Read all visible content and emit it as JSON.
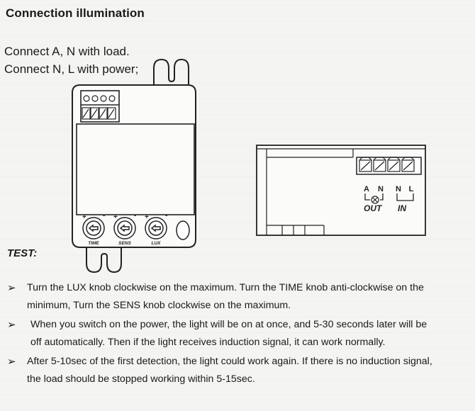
{
  "heading": "Connection illumination",
  "connect_lines": [
    "Connect A, N with load.",
    "Connect N, L with power;"
  ],
  "test_label": "TEST:",
  "left_device": {
    "knob_labels": [
      "TIME",
      "SENS",
      "LUX"
    ],
    "knob_signs": [
      "+",
      "-",
      "+",
      "-",
      "+",
      "-"
    ]
  },
  "right_device": {
    "terminal_letters": [
      "A",
      "N",
      "N",
      "L"
    ],
    "out_label": "OUT",
    "in_label": "IN"
  },
  "instructions": [
    {
      "bullet": "➢",
      "line1": "Turn the LUX knob clockwise on the maximum. Turn the TIME knob anti-clockwise on the",
      "line2": "minimum, Turn the SENS knob clockwise on the maximum."
    },
    {
      "bullet": "➢",
      "line1": "When you switch on the power, the light will be on at once, and 5-30 seconds later will be",
      "line2": "off automatically. Then if the light receives induction signal, it can work normally."
    },
    {
      "bullet": "➢",
      "line1": "After 5-10sec of the first detection, the light could work again. If there is no induction signal,",
      "line2": "the load should be stopped working within 5-15sec."
    }
  ]
}
